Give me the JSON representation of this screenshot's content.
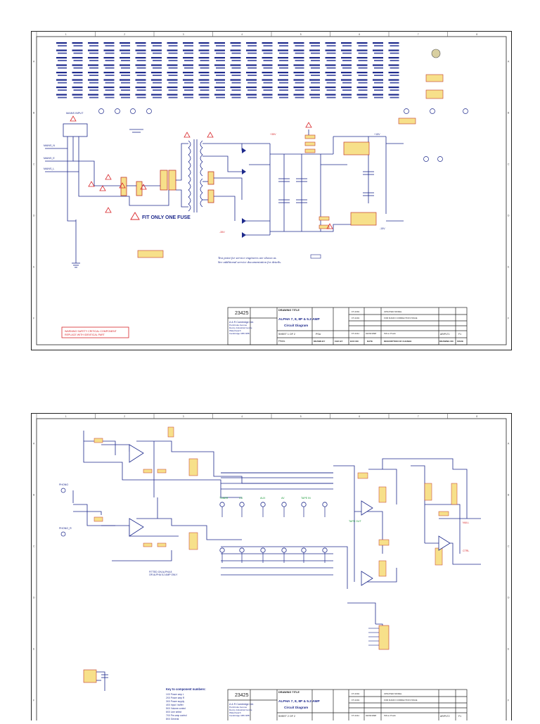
{
  "sheet1": {
    "drawing_number": "23425",
    "drawing_title_label": "DRAWING TITLE",
    "drawing_title": "ALPHA 7, 8, 8P & 5.2 AMP",
    "subtitle": "Circuit Diagram",
    "company_lines": [
      "A & R Cambridge Ltd.",
      "Pembroke Avenue",
      "Denny Industrial Centre",
      "Waterbeach",
      "Cambridge CB5 9PB"
    ],
    "sheet_label": "SHEET 1 OF 2",
    "status": "FINAL",
    "file_label": "PSU",
    "fit_note": "FIT ONLY ONE FUSE",
    "test_point_note": [
      "Test point for service engineers are shown as",
      "See additional service documentation for details."
    ],
    "warning_note": [
      "WARNING SAFETY CRITICAL COMPONENT",
      "REPLACE WITH IDENTICAL PART"
    ],
    "mains_labels": [
      "MAINS INPUT",
      "MAINS_N",
      "MAINS_E",
      "MAINS_L"
    ],
    "rails": [
      "+35V",
      "-35V",
      "+15V",
      "-15V"
    ],
    "footer_cells": [
      "DRAWN BY",
      "CHK BY",
      "ECO NO",
      "DATE",
      "DESCRIPTION OF CHANGE",
      "DRAWING NO",
      "ISSUE"
    ],
    "revision_rows": [
      {
        "eco": "FT-2391",
        "desc": "UPDATED MODEL"
      },
      {
        "eco": "FT-2401",
        "desc": "FOR RADIO CORRECTION ISSUE"
      },
      {
        "eco": "FT-2411",
        "date": "02/06/1998",
        "desc": "ISS to Prodn"
      }
    ],
    "issue_code": "AR/PLT1",
    "issue_no": "F1"
  },
  "sheet2": {
    "drawing_number": "23425",
    "drawing_title_label": "DRAWING TITLE",
    "drawing_title": "ALPHA 7, 8, 8P & 5.2 AMP",
    "subtitle": "Circuit Diagram",
    "company_lines": [
      "A & R Cambridge Ltd.",
      "Pembroke Avenue",
      "Denny Industrial Centre",
      "Waterbeach",
      "Cambridge CB5 9PB"
    ],
    "sheet_label": "SHEET 2 OF 2",
    "key_title": "Key to component numbers:",
    "key_lines": [
      "1XX Power amp L",
      "2XX Power amp R",
      "3XX Power supply",
      "4XX Input / buffer",
      "5XX Volume control",
      "6XX Line select",
      "7XX Pre-amp control",
      "8XX General"
    ],
    "input_labels": [
      "PHONO",
      "PHONO_R",
      "TUNER",
      "CD",
      "AUX",
      "AV",
      "TAPE IN"
    ],
    "output_labels": [
      "NULL",
      "CTRL",
      "TAPE OUT"
    ],
    "note_fitted": [
      "FITTED ON ALPHA 8",
      "OR ALPHA 5.2 AMP ONLY"
    ],
    "revision_rows": [
      {
        "eco": "FT-2391",
        "desc": "UPDATED MODEL"
      },
      {
        "eco": "FT-2401",
        "desc": "FOR RADIO CORRECTION ISSUE"
      },
      {
        "eco": "FT-2411",
        "date": "02/06/1998",
        "desc": "ISS to Prodn"
      }
    ],
    "issue_code": "AR/PLT2",
    "issue_no": "F1"
  },
  "colors": {
    "wire": "#1e2a8c",
    "warning": "#d8262a",
    "component_fill": "#f7e08a",
    "component_stroke": "#c0392b",
    "frame": "#222222"
  }
}
